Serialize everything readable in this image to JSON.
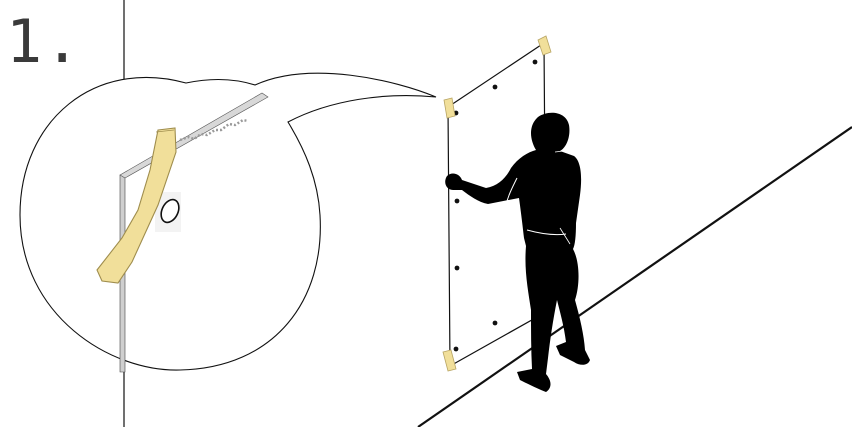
{
  "step": {
    "number": "1."
  },
  "colors": {
    "line": "#111111",
    "tape": "#f1df9a",
    "tape_edge": "#b8a564",
    "silhouette": "#000000",
    "panel_shade": "#bdbdbd"
  },
  "icons": {
    "figure": "person-silhouette",
    "tape": "masking-tape",
    "hole": "screw-hole"
  }
}
